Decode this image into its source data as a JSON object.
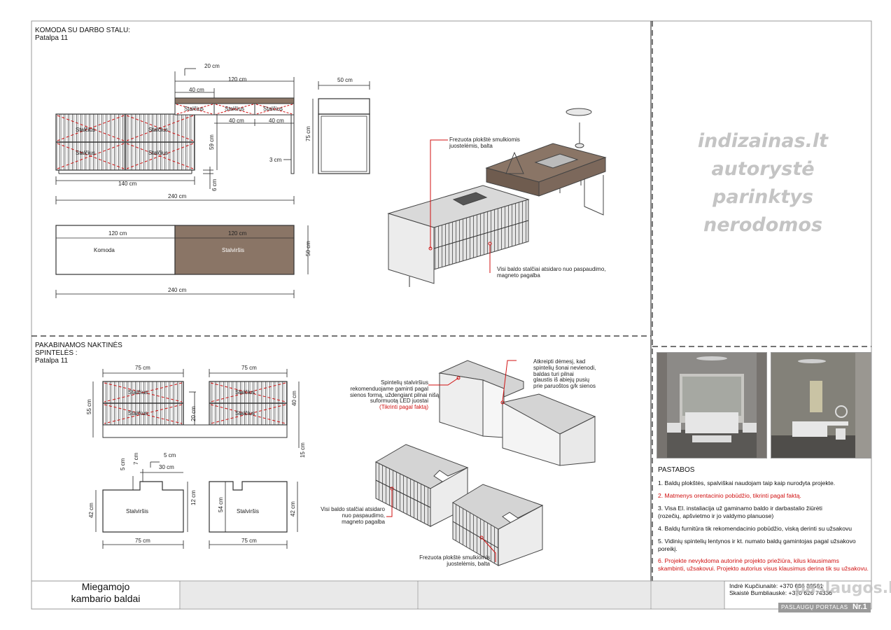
{
  "sections": {
    "desk": {
      "title": "KOMODA SU DARBO STALU:",
      "room": "Patalpa 11"
    },
    "nightstands": {
      "title_line1": "PAKABINAMOS NAKTINĖS",
      "title_line2": "SPINTELĖS :",
      "room": "Patalpa 11"
    }
  },
  "labels": {
    "stalcius": "Stalčius",
    "komoda": "Komoda",
    "stalvirsis": "Stalviršis"
  },
  "dims": {
    "d20": "20 cm",
    "d120": "120 cm",
    "d40": "40 cm",
    "d50": "50 cm",
    "d59": "59 cm",
    "d75": "75 cm",
    "d3": "3 cm",
    "d6": "6 cm",
    "d140": "140 cm",
    "d240": "240 cm",
    "d55": "55 cm",
    "d15": "15 cm",
    "d5": "5 cm",
    "d7": "7 cm",
    "d30": "30 cm",
    "d42": "42 cm",
    "d12": "12 cm",
    "d54": "54 cm"
  },
  "callouts": {
    "desk_frezuota": "Frezuota plokštė smulkiomis juostelėmis, balta",
    "desk_magnet": "Visi baldo stalčiai atsidaro nuo paspaudimo, magneto pagalba",
    "ns_top_line1": "Spintelių stalviršius",
    "ns_top_line2": "rekomenduojame gaminti pagal",
    "ns_top_line3": "sienos formą, uždengiant pilnai nišą",
    "ns_top_line4": "suformuotą LED juostai",
    "ns_top_red": "(Tikrinti pagal faktą)",
    "ns_attention_line1": "Atkreipti dėmesį, kad",
    "ns_attention_line2": "spintelių šonai nevienodi,",
    "ns_attention_line3": "baldas turi pilnai",
    "ns_attention_line4": "glaustis iš abiejų pusių",
    "ns_attention_line5": "prie paruoštos g/k sienos",
    "ns_magnet_line1": "Visi baldo stalčiai atsidaro",
    "ns_magnet_line2": "nuo paspaudimo,",
    "ns_magnet_line3": "magneto pagalba",
    "ns_frezuota_line1": "Frezuota plokštė smulkiomis",
    "ns_frezuota_line2": "juostelėmis, balta"
  },
  "watermark": {
    "line1": "indizainas.lt",
    "line2": "autorystė",
    "line3": "parinktys",
    "line4": "nerodomos"
  },
  "notes": {
    "heading": "PASTABOS",
    "n1": "1. Baldų plokštės, spalviškai naudojam taip kaip nurodyta projekte.",
    "n2": "2. Matmenys orentacinio pobūdžio, tikrinti pagal faktą.",
    "n3a": "3. Visa El. instaliacija už gaminamo baldo ir darbastalio žiūrėti",
    "n3b": "(rozečių, apšvietmo ir jo valdymo planuose)",
    "n4": "4. Baldų furnitūra tik rekomendacinio pobūdžio, viską derinti su užsakovu",
    "n5a": "5. Vidinių spintelių lentynos ir kt. numato baldų gamintojas pagal užsakovo",
    "n5b": "poreikį.",
    "n6a": "6. Projekte nevykdoma autorinė projekto priežiūra, kilus klausimams",
    "n6b": "skambinti, užsakovui. Projekto autorius visus klausimus derina tik su užsakovu."
  },
  "title_block": {
    "line1": "Miegamojo",
    "line2": "kambario baldai"
  },
  "authors": {
    "a1": "Indrė Kupčiunaitė: +370 686 89561",
    "a2": "Skaistė Bumbliauskė: +370 626 74336"
  },
  "brand": {
    "logo": "paslaugos.lt",
    "portal": "PASLAUGŲ PORTALAS",
    "nr": "Nr.1"
  },
  "colors": {
    "wood": "#8a7566",
    "red_note": "#d01010",
    "line": "#333333"
  }
}
